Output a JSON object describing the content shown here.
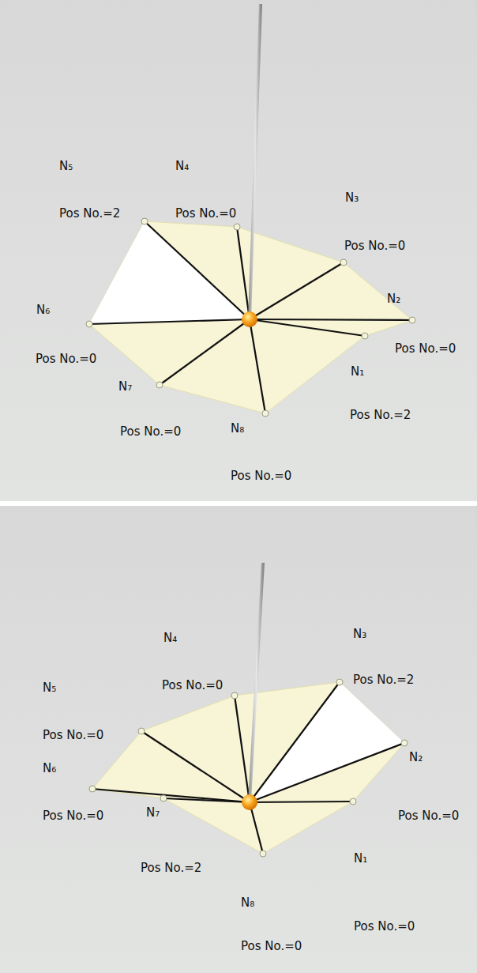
{
  "diagram": {
    "labels": [
      "N₅",
      "N₄",
      "Pos No.=2",
      "Pos No.=0",
      "N₃",
      "Pos No.=0",
      "N₂",
      "N₆",
      "Pos No.=0",
      "N₁",
      "Pos No.=0",
      "N₇",
      "Pos No.=2",
      "Pos No.=0",
      "N₈",
      "Pos No.=0",
      "N₄",
      "N₃",
      "N₅",
      "Pos No.=0",
      "Pos No.=2",
      "Pos No.=0",
      "N₆",
      "N₂",
      "Pos No.=0",
      "N₇",
      "Pos No.=0",
      "Pos No.=2",
      "N₁",
      "N₈",
      "Pos No.=0",
      "Pos No.=0"
    ]
  }
}
